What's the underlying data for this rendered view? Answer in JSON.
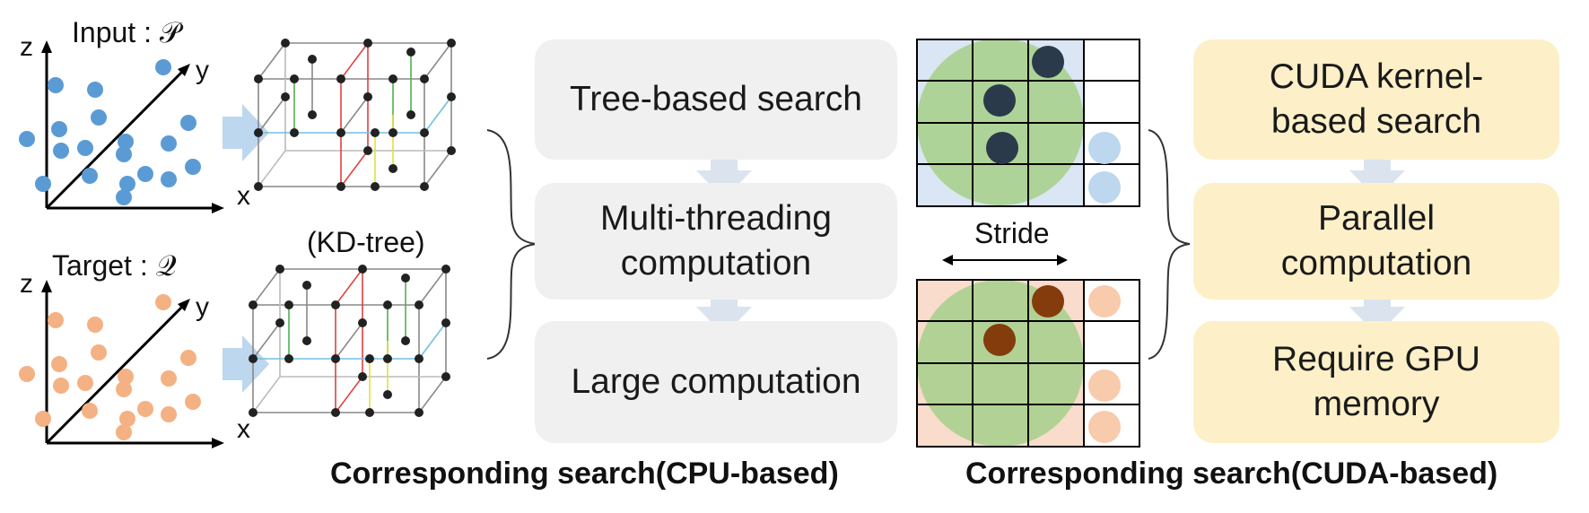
{
  "plots": {
    "input": {
      "label": "Input : 𝒫",
      "color": "#5b9bd5"
    },
    "target": {
      "label": "Target : 𝒬",
      "color": "#f4b183"
    },
    "axis_x": "x",
    "axis_y": "y",
    "axis_z": "z"
  },
  "kd_tree_label": "(KD-tree)",
  "cpu": {
    "boxes": [
      "Tree-based search",
      "Multi-threading\ncomputation",
      "Large computation"
    ],
    "title": "Corresponding search(CPU-based)"
  },
  "grid": {
    "stride_label": "Stride",
    "top_bg": "#dae6f3",
    "bottom_bg": "#f9dccb",
    "circle_color": "#a9d08e",
    "top_dot_color": "#2b3a4a",
    "bottom_dot_color": "#843c0c"
  },
  "cuda": {
    "boxes": [
      "CUDA kernel-\nbased search",
      "Parallel\ncomputation",
      "Require GPU\nmemory"
    ],
    "title": "Corresponding search(CUDA-based)"
  },
  "colors": {
    "gray_box": "#f0f0f0",
    "yellow_box": "#fdf0c8",
    "arrow": "#dbe3ee",
    "side_arrow": "#bdd7ee"
  }
}
